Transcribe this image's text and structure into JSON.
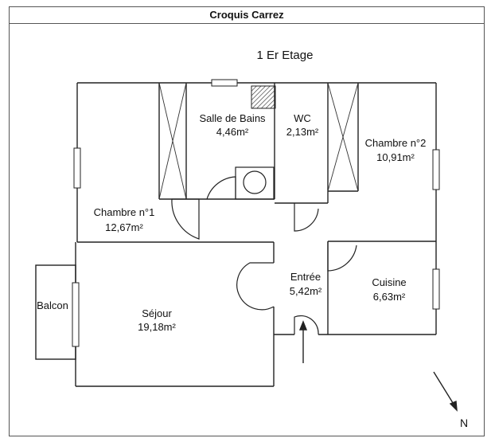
{
  "title": "Croquis Carrez",
  "floor": "1 Er Etage",
  "rooms": {
    "salle_de_bains": {
      "name": "Salle de Bains",
      "area": "4,46m²"
    },
    "wc": {
      "name": "WC",
      "area": "2,13m²"
    },
    "chambre2": {
      "name": "Chambre n°2",
      "area": "10,91m²"
    },
    "chambre1": {
      "name": "Chambre n°1",
      "area": "12,67m²"
    },
    "entree": {
      "name": "Entrée",
      "area": "5,42m²"
    },
    "cuisine": {
      "name": "Cuisine",
      "area": "6,63m²"
    },
    "sejour": {
      "name": "Séjour",
      "area": "19,18m²"
    },
    "balcon": {
      "name": "Balcon"
    }
  },
  "compass": {
    "label": "N"
  }
}
